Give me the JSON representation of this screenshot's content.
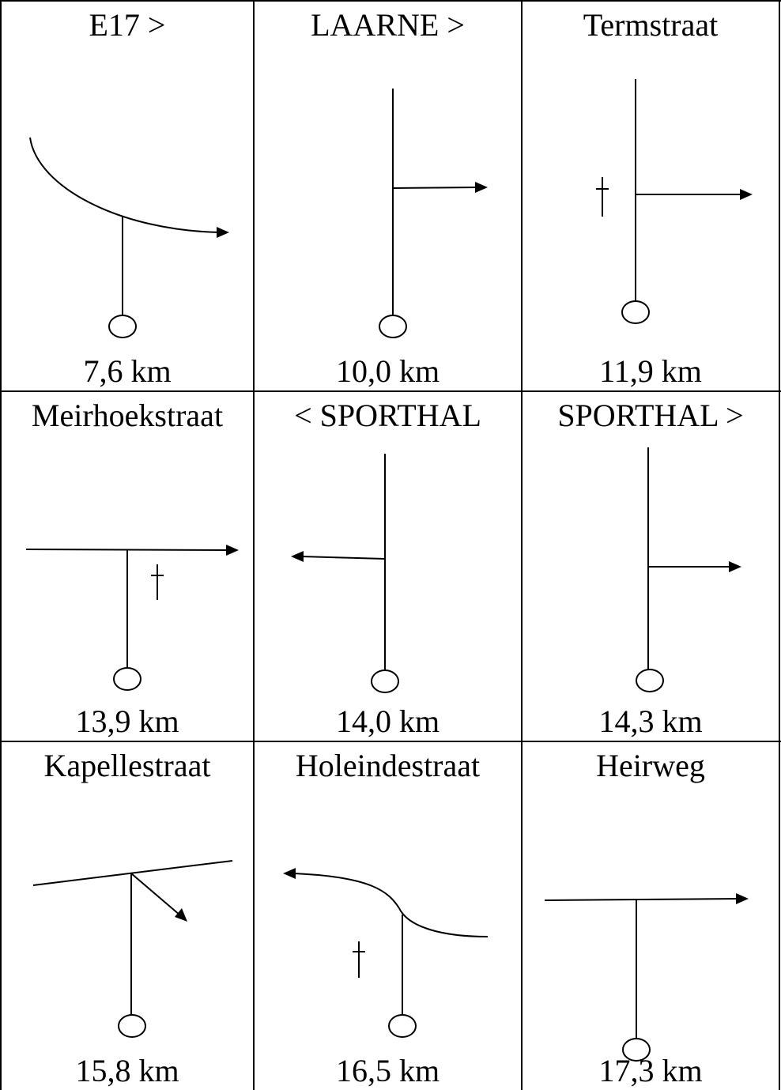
{
  "colors": {
    "ink": "#000000",
    "background": "#ffffff"
  },
  "cells": [
    {
      "name": "E17 >",
      "distance": "7,6 km",
      "cross": false,
      "sketch": "curve-right"
    },
    {
      "name": "LAARNE >",
      "distance": "10,0 km",
      "cross": false,
      "sketch": "straight-right"
    },
    {
      "name": "Termstraat",
      "distance": "11,9 km",
      "cross": true,
      "sketch": "straight-right-cross-left"
    },
    {
      "name": "Meirhoekstraat",
      "distance": "13,9 km",
      "cross": true,
      "sketch": "t-right-cross"
    },
    {
      "name": "< SPORTHAL",
      "distance": "14,0 km",
      "cross": false,
      "sketch": "straight-left"
    },
    {
      "name": "SPORTHAL >",
      "distance": "14,3 km",
      "cross": false,
      "sketch": "straight-right"
    },
    {
      "name": "Kapellestraat",
      "distance": "15,8 km",
      "cross": false,
      "sketch": "slant-t-diagonal-right"
    },
    {
      "name": "Holeindestraat",
      "distance": "16,5 km",
      "cross": true,
      "sketch": "curve-left-cross"
    },
    {
      "name": "Heirweg",
      "distance": "17,3 km",
      "cross": false,
      "sketch": "t-right"
    }
  ]
}
